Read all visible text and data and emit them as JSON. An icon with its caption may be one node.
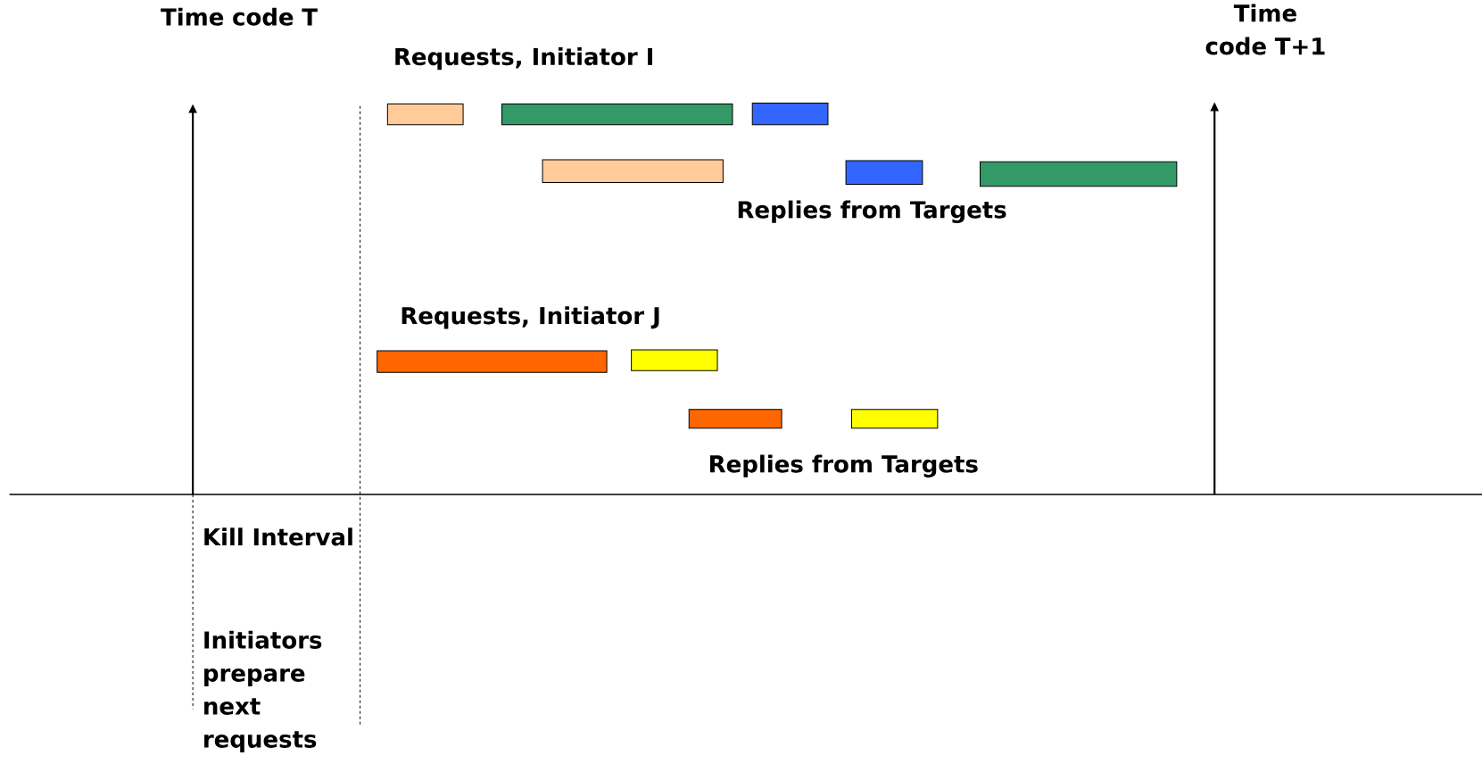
{
  "diagram": {
    "nodes": [
      {
        "text": [],
        "shape": "bar"
      },
      {
        "text": [],
        "shape": "bar"
      },
      {
        "text": [],
        "shape": "bar"
      },
      {
        "text": [],
        "shape": "bar"
      },
      {
        "text": [],
        "shape": "bar"
      },
      {
        "text": [],
        "shape": "bar"
      },
      {
        "text": [],
        "shape": "bar"
      },
      {
        "text": [],
        "shape": "bar"
      },
      {
        "text": [],
        "shape": "bar"
      },
      {
        "text": [],
        "shape": "bar"
      }
    ],
    "edges": [],
    "labels": [
      "Time code T",
      "Requests, Initiator I",
      "Time code T+1",
      "Replies from Targets",
      "Requests, Initiator J",
      "Replies from Targets",
      "Kill Interval",
      "Initiators prepare next requests"
    ]
  }
}
